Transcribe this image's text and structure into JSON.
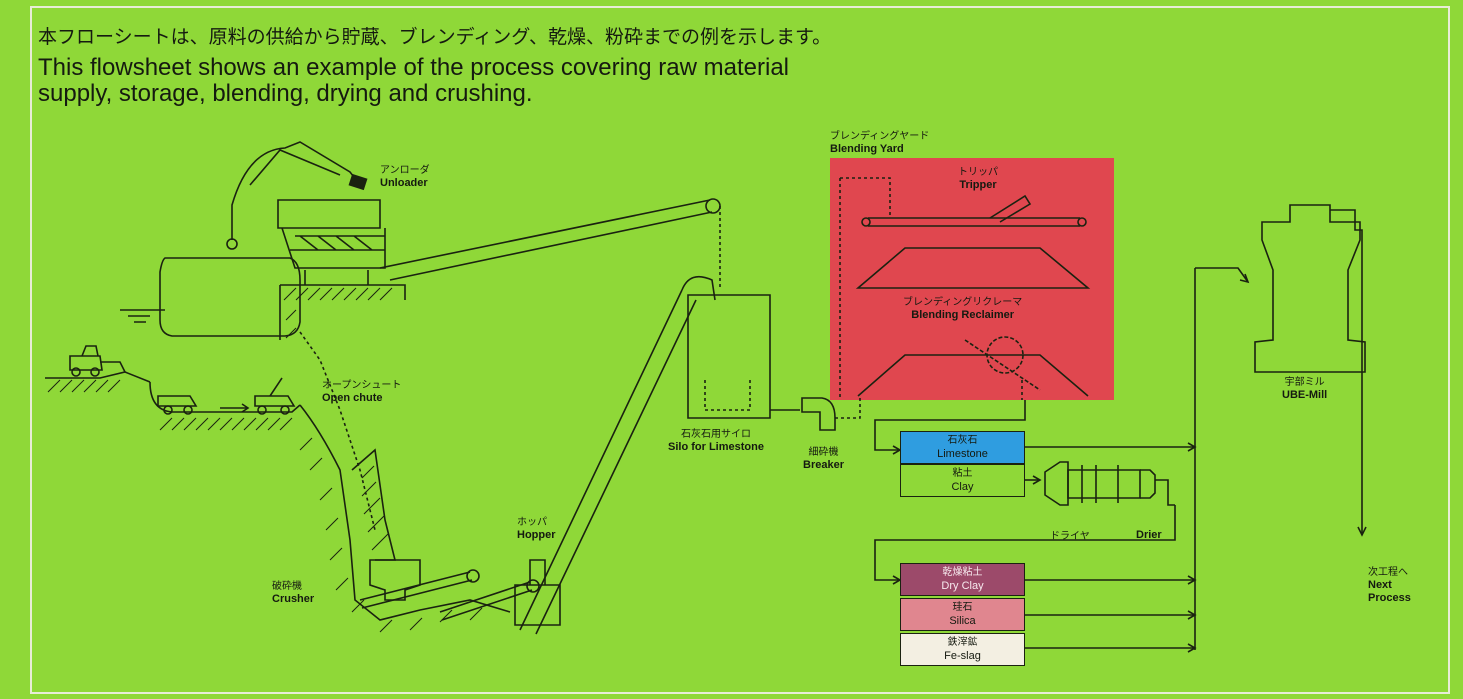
{
  "intro": {
    "jp": "本フローシートは、原料の供給から貯蔵、ブレンディング、乾燥、粉砕までの例を示します。",
    "en": "This flowsheet shows an example of the process covering raw material\nsupply, storage, blending, drying and crushing."
  },
  "labels": {
    "unloader": {
      "jp": "アンローダ",
      "en": "Unloader"
    },
    "open_chute": {
      "jp": "オープンシュート",
      "en": "Open chute"
    },
    "crusher": {
      "jp": "破砕機",
      "en": "Crusher"
    },
    "hopper": {
      "jp": "ホッパ",
      "en": "Hopper"
    },
    "silo": {
      "jp": "石灰石用サイロ",
      "en": "Silo for Limestone"
    },
    "breaker": {
      "jp": "細砕機",
      "en": "Breaker"
    },
    "blending_yard": {
      "jp": "ブレンディングヤード",
      "en": "Blending Yard"
    },
    "tripper": {
      "jp": "トリッパ",
      "en": "Tripper"
    },
    "reclaimer": {
      "jp": "ブレンディングリクレーマ",
      "en": "Blending Reclaimer"
    },
    "drier": {
      "jp": "ドライヤ",
      "en": "Drier"
    },
    "ube_mill": {
      "jp": "宇部ミル",
      "en": "UBE-Mill"
    },
    "next_process": {
      "jp": "次工程へ",
      "en": "Next\nProcess"
    }
  },
  "materials": {
    "limestone": {
      "jp": "石灰石",
      "en": "Limestone",
      "color": "#2f9de0"
    },
    "clay": {
      "jp": "粘土",
      "en": "Clay",
      "color": "#8fd838"
    },
    "dry_clay": {
      "jp": "乾燥粘土",
      "en": "Dry Clay",
      "color": "#9c4a6a"
    },
    "silica": {
      "jp": "珪石",
      "en": "Silica",
      "color": "#e0868f"
    },
    "fe_slag": {
      "jp": "鉄滓鉱",
      "en": "Fe-slag",
      "color": "#f3efe2"
    }
  },
  "colors": {
    "background": "#8fd838",
    "blending_yard": "#e0474f",
    "line": "#1a2210"
  }
}
